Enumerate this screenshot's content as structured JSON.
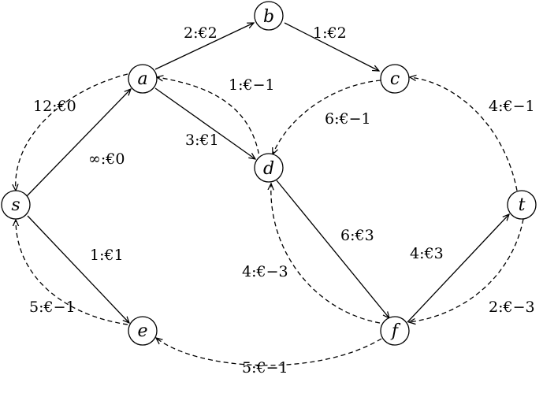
{
  "nodes": {
    "s": "s",
    "a": "a",
    "b": "b",
    "c": "c",
    "d": "d",
    "e": "e",
    "f": "f",
    "t": "t"
  },
  "edges": {
    "a_b": {
      "from": "a",
      "to": "b",
      "style": "solid",
      "label": "2:€2"
    },
    "b_c": {
      "from": "b",
      "to": "c",
      "style": "solid",
      "label": "1:€2"
    },
    "s_a": {
      "from": "s",
      "to": "a",
      "style": "solid",
      "label": "∞:€0"
    },
    "a_s": {
      "from": "a",
      "to": "s",
      "style": "dashed",
      "label": "12:€0"
    },
    "a_d": {
      "from": "a",
      "to": "d",
      "style": "solid",
      "label": "3:€1"
    },
    "d_a": {
      "from": "d",
      "to": "a",
      "style": "dashed",
      "label": "1:€−1"
    },
    "c_d": {
      "from": "c",
      "to": "d",
      "style": "dashed",
      "label": "6:€−1"
    },
    "t_c": {
      "from": "t",
      "to": "c",
      "style": "dashed",
      "label": "4:€−1"
    },
    "s_e": {
      "from": "s",
      "to": "e",
      "style": "solid",
      "label": "1:€1"
    },
    "e_s": {
      "from": "e",
      "to": "s",
      "style": "dashed",
      "label": "5:€−1"
    },
    "d_f": {
      "from": "d",
      "to": "f",
      "style": "solid",
      "label": "6:€3"
    },
    "f_d": {
      "from": "f",
      "to": "d",
      "style": "dashed",
      "label": "4:€−3"
    },
    "f_t": {
      "from": "f",
      "to": "t",
      "style": "solid",
      "label": "4:€3"
    },
    "t_f": {
      "from": "t",
      "to": "f",
      "style": "dashed",
      "label": "2:€−3"
    },
    "f_e": {
      "from": "f",
      "to": "e",
      "style": "dashed",
      "label": "5:€−1"
    }
  }
}
